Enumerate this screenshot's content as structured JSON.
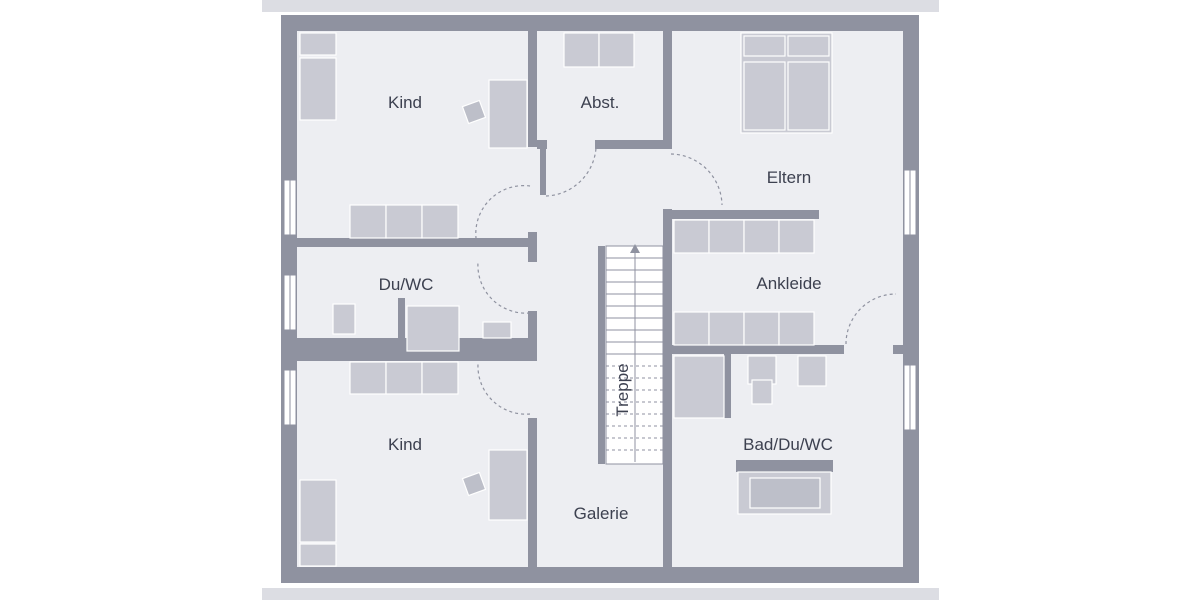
{
  "rooms": {
    "kind_top": "Kind",
    "abst": "Abst.",
    "eltern": "Eltern",
    "du_wc": "Du/WC",
    "ankleide": "Ankleide",
    "kind_bottom": "Kind",
    "bad": "Bad/Du/WC",
    "galerie": "Galerie",
    "treppe": "Treppe"
  }
}
